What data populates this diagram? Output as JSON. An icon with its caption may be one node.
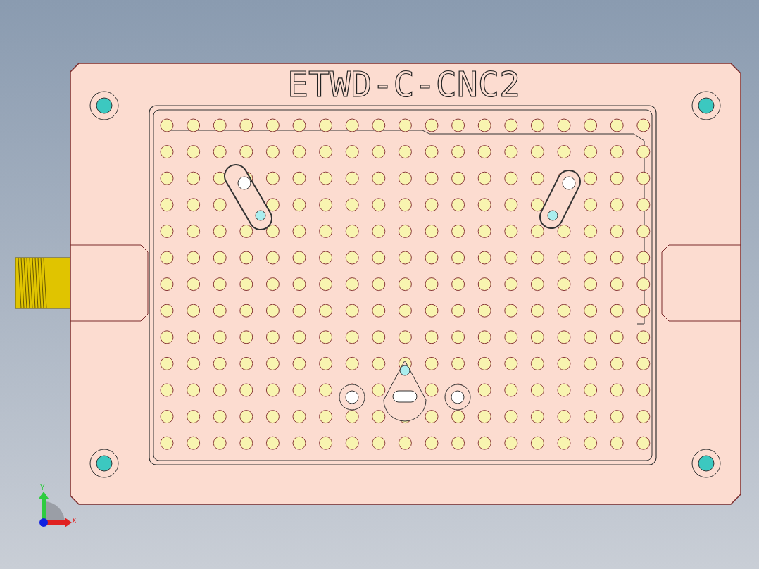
{
  "diagram": {
    "labels": [
      "ETWD-C-CNC2",
      "Y",
      "X"
    ]
  }
}
